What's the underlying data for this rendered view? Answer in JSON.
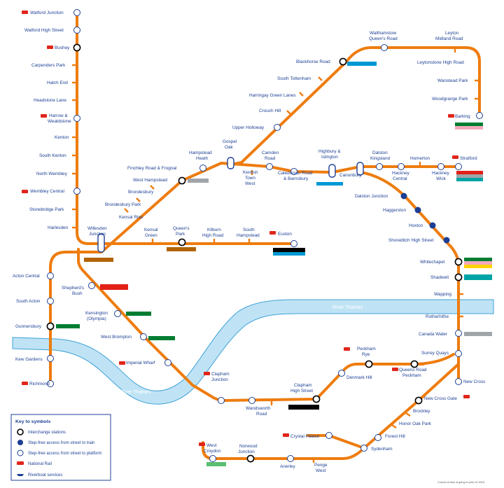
{
  "colors": {
    "line": "#ee7c0e",
    "text": "#1c3f94",
    "river": "#bfe3f5",
    "river_edge": "#3da0d6",
    "national_rail": "#e1251b",
    "district": "#007d32",
    "hammersmith": "#f3a9bb",
    "circle": "#ffd300",
    "bakerloo": "#b36305",
    "northern": "#000000",
    "victoria": "#0098d4",
    "central": "#e32017",
    "jubilee": "#a0a5a9",
    "dlr": "#00a4a7"
  },
  "stations": {
    "watford_junction": "Watford Junction",
    "watford_high_street": "Watford High Street",
    "bushey": "Bushey",
    "carpenders_park": "Carpenders Park",
    "hatch_end": "Hatch End",
    "headstone_lane": "Headstone Lane",
    "harrow_1": "Harrow &",
    "harrow_2": "Wealdstone",
    "kenton": "Kenton",
    "south_kenton": "South Kenton",
    "north_wembley": "North Wembley",
    "wembley_central": "Wembley Central",
    "stonebridge_park": "Stonebridge Park",
    "harlesden": "Harlesden",
    "willesden_1": "Willesden",
    "willesden_2": "Junction",
    "acton_central": "Acton Central",
    "south_acton": "South Acton",
    "gunnersbury": "Gunnersbury",
    "kew_gardens": "Kew Gardens",
    "richmond": "Richmond",
    "shepherds_1": "Shepherd's",
    "shepherds_2": "Bush",
    "kensington_1": "Kensington",
    "kensington_2": "(Olympia)",
    "west_brompton": "West Brompton",
    "imperial_wharf": "Imperial Wharf",
    "clapham_junction_1": "Clapham",
    "clapham_junction_2": "Junction",
    "wandsworth_1": "Wandsworth",
    "wandsworth_2": "Road",
    "clapham_high_1": "Clapham",
    "clapham_high_2": "High Street",
    "denmark_hill": "Denmark Hill",
    "peckham_1": "Peckham",
    "peckham_2": "Rye",
    "queens_road_1": "Queens Road",
    "queens_road_2": "Peckham",
    "brondesbury_park": "Brondesbury Park",
    "brondesbury": "Brondesbury",
    "kensal_rise": "Kensal Rise",
    "west_hampstead": "West Hampstead",
    "finchley_road": "Finchley Road & Frognal",
    "hampstead_1": "Hampstead",
    "hampstead_2": "Heath",
    "gospel_1": "Gospel",
    "gospel_2": "Oak",
    "upper_holloway": "Upper Holloway",
    "crouch_hill": "Crouch Hill",
    "harringay": "Harringay Green Lanes",
    "south_tottenham": "South Tottenham",
    "blackhorse_road": "Blackhorse Road",
    "walthamstow_1": "Walthamstow",
    "walthamstow_2": "Queen's Road",
    "leyton_1": "Leyton",
    "leyton_2": "Midland Road",
    "leytonstone": "Leytonstone High Road",
    "wanstead_park": "Wanstead Park",
    "woodgrange_park": "Woodgrange Park",
    "barking": "Barking",
    "kentish_1": "Kentish",
    "kentish_2": "Town",
    "kentish_3": "West",
    "camden_1": "Camden",
    "camden_2": "Road",
    "caledonian_1": "Caledonian Road",
    "caledonian_2": "& Barnsbury",
    "highbury_1": "Highbury &",
    "highbury_2": "Islington",
    "canonbury": "Canonbury",
    "dalston_k_1": "Dalston",
    "dalston_k_2": "Kingsland",
    "hackney_c_1": "Hackney",
    "hackney_c_2": "Central",
    "homerton": "Homerton",
    "hackney_w_1": "Hackney",
    "hackney_w_2": "Wick",
    "stratford": "Stratford",
    "kensal_green_1": "Kensal",
    "kensal_green_2": "Green",
    "queens_park_1": "Queen's",
    "queens_park_2": "Park",
    "kilburn_1": "Kilburn",
    "kilburn_2": "High Road",
    "south_hampstead_1": "South",
    "south_hampstead_2": "Hampstead",
    "euston": "Euston",
    "dalston_junction": "Dalston Junction",
    "haggerston": "Haggerston",
    "hoxton": "Hoxton",
    "shoreditch": "Shoreditch High Street",
    "whitechapel": "Whitechapel",
    "shadwell": "Shadwell",
    "wapping": "Wapping",
    "rotherhithe": "Rotherhithe",
    "canada_water": "Canada Water",
    "surrey_quays": "Surrey Quays",
    "new_cross": "New Cross",
    "new_cross_gate": "New Cross Gate",
    "brockley": "Brockley",
    "honor_oak": "Honor Oak Park",
    "forest_hill": "Forest Hill",
    "sydenham": "Sydenham",
    "crystal_palace": "Crystal Palace",
    "penge_1": "Penge",
    "penge_2": "West",
    "anerley": "Anerley",
    "norwood_1": "Norwood",
    "norwood_2": "Junction",
    "west_croydon_1": "West",
    "west_croydon_2": "Croydon"
  },
  "river": {
    "label_1": "River Thames",
    "label_2": "River Thames"
  },
  "legend": {
    "title": "Key to symbols",
    "items": [
      {
        "label": "Interchange stations",
        "icon": "interchange-ring-icon"
      },
      {
        "label": "Step-free access from street to train",
        "icon": "wheelchair-filled-icon"
      },
      {
        "label": "Step-free access from street to platform",
        "icon": "wheelchair-outline-icon"
      },
      {
        "label": "National Rail",
        "icon": "national-rail-icon"
      },
      {
        "label": "Riverboat services",
        "icon": "riverboat-icon"
      }
    ]
  },
  "footnote": "Correct at time of going to print 12.2015"
}
